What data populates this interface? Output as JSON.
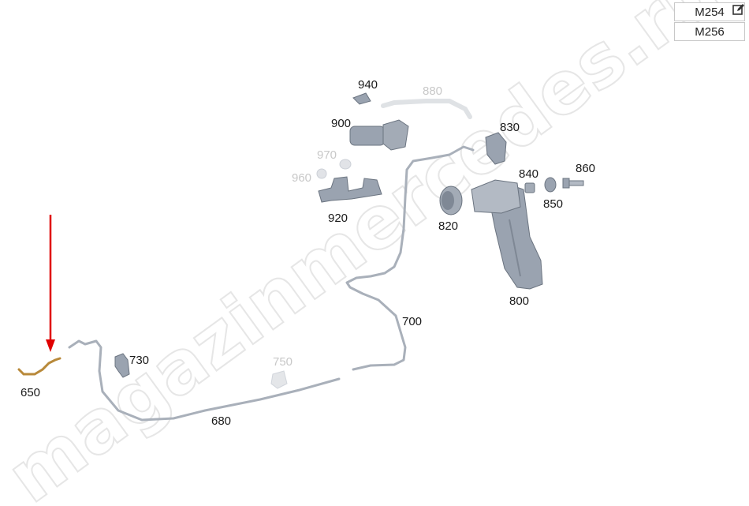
{
  "variants": [
    {
      "label": "M254"
    },
    {
      "label": "M256"
    }
  ],
  "icons": {
    "edit": "edit-icon",
    "arrow": "red-arrow-indicator"
  },
  "colors": {
    "arrow": "#e00000",
    "part": "#9aa3b0",
    "highlight_part": "#b8893a",
    "label": "#1a1a1a",
    "faded_label": "#c8c8c8"
  },
  "watermark": {
    "text": "magazinmercedes.ru"
  },
  "highlighted_part": "650",
  "parts": [
    {
      "id": "650",
      "label": "650",
      "faded": false
    },
    {
      "id": "680",
      "label": "680",
      "faded": false
    },
    {
      "id": "700",
      "label": "700",
      "faded": false
    },
    {
      "id": "730",
      "label": "730",
      "faded": false
    },
    {
      "id": "750",
      "label": "750",
      "faded": true
    },
    {
      "id": "800",
      "label": "800",
      "faded": false
    },
    {
      "id": "820",
      "label": "820",
      "faded": false
    },
    {
      "id": "830",
      "label": "830",
      "faded": false
    },
    {
      "id": "840",
      "label": "840",
      "faded": false
    },
    {
      "id": "850",
      "label": "850",
      "faded": false
    },
    {
      "id": "860",
      "label": "860",
      "faded": false
    },
    {
      "id": "880",
      "label": "880",
      "faded": true
    },
    {
      "id": "900",
      "label": "900",
      "faded": false
    },
    {
      "id": "920",
      "label": "920",
      "faded": false
    },
    {
      "id": "940",
      "label": "940",
      "faded": false
    },
    {
      "id": "960",
      "label": "960",
      "faded": true
    },
    {
      "id": "970",
      "label": "970",
      "faded": true
    }
  ]
}
